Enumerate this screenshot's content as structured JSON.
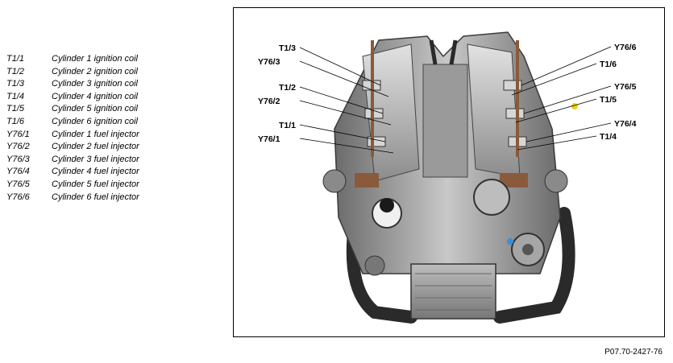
{
  "legend": [
    {
      "code": "T1/1",
      "description": "Cylinder 1 ignition coil"
    },
    {
      "code": "T1/2",
      "description": "Cylinder 2 ignition coil"
    },
    {
      "code": "T1/3",
      "description": "Cylinder 3 ignition coil"
    },
    {
      "code": "T1/4",
      "description": "Cylinder 4 ignition coil"
    },
    {
      "code": "T1/5",
      "description": "Cylinder 5 ignition coil"
    },
    {
      "code": "T1/6",
      "description": "Cylinder 6 ignition coil"
    },
    {
      "code": "Y76/1",
      "description": "Cylinder 1 fuel injector"
    },
    {
      "code": "Y76/2",
      "description": "Cylinder 2 fuel injector"
    },
    {
      "code": "Y76/3",
      "description": "Cylinder 3 fuel injector"
    },
    {
      "code": "Y76/4",
      "description": "Cylinder 4 fuel injector"
    },
    {
      "code": "Y76/5",
      "description": "Cylinder 5 fuel injector"
    },
    {
      "code": "Y76/6",
      "description": "Cylinder 6 fuel injector"
    }
  ],
  "callouts": {
    "left": [
      "T1/3",
      "Y76/3",
      "T1/2",
      "Y76/2",
      "T1/1",
      "Y76/1"
    ],
    "right": [
      "Y76/6",
      "T1/6",
      "Y76/5",
      "T1/5",
      "Y76/4",
      "T1/4"
    ]
  },
  "figure_id": "P07.70-2427-76",
  "colors": {
    "engine_dark": "#2a2a2a",
    "engine_mid": "#8a8a8a",
    "engine_light": "#d9d9d9",
    "copper": "#8a5a3c",
    "accent_yellow": "#e8d21a",
    "accent_blue": "#3a8fd6"
  }
}
